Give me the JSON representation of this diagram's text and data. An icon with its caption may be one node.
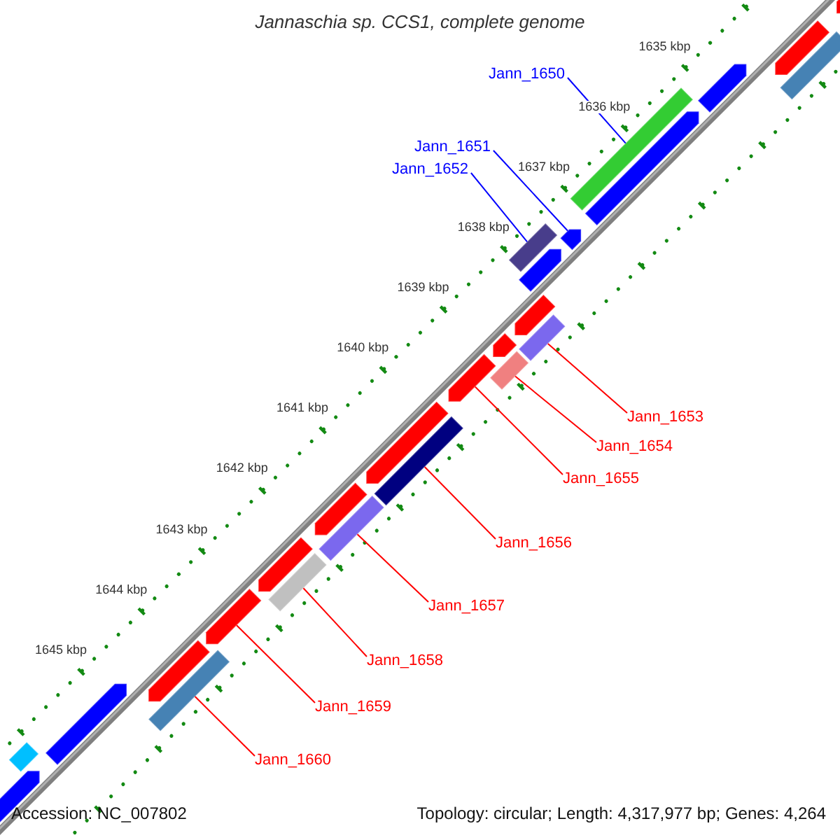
{
  "diagram": {
    "title": "Jannaschia sp. CCS1, complete genome",
    "nodes": [
      {
        "text": [
          "Jann_1650"
        ]
      },
      {
        "text": [
          "Jann_1651"
        ]
      },
      {
        "text": [
          "Jann_1652"
        ]
      },
      {
        "text": [
          "Jann_1653"
        ]
      },
      {
        "text": [
          "Jann_1654"
        ]
      },
      {
        "text": [
          "Jann_1655"
        ]
      },
      {
        "text": [
          "Jann_1656"
        ]
      },
      {
        "text": [
          "Jann_1657"
        ]
      },
      {
        "text": [
          "Jann_1658"
        ]
      },
      {
        "text": [
          "Jann_1659"
        ]
      },
      {
        "text": [
          "Jann_1660"
        ]
      },
      {
        "text": [],
        "shape": "box"
      },
      {
        "text": [],
        "shape": "arrow"
      },
      {
        "text": [],
        "shape": "box"
      },
      {
        "text": [],
        "shape": "box"
      },
      {
        "text": [],
        "shape": "box"
      },
      {
        "text": [],
        "shape": "arrow"
      },
      {
        "text": [],
        "shape": "box"
      },
      {
        "text": [],
        "shape": "box"
      },
      {
        "text": [],
        "shape": "box"
      },
      {
        "text": [],
        "shape": "arrow"
      },
      {
        "text": [],
        "shape": "box"
      },
      {
        "text": [],
        "shape": "arrow"
      },
      {
        "text": [],
        "shape": "arrow"
      },
      {
        "text": [],
        "shape": "box"
      },
      {
        "text": [],
        "shape": "arrow"
      },
      {
        "text": [],
        "shape": "arrow"
      },
      {
        "text": [],
        "shape": "arrow"
      },
      {
        "text": [],
        "shape": "arrow"
      },
      {
        "text": [],
        "shape": "arrow"
      },
      {
        "text": [],
        "shape": "arrow"
      },
      {
        "text": [],
        "shape": "arrow"
      },
      {
        "text": [],
        "shape": "arrow"
      },
      {
        "text": [],
        "shape": "arrow"
      },
      {
        "text": [],
        "shape": "arrow"
      },
      {
        "text": [],
        "shape": "box"
      },
      {
        "text": [],
        "shape": "arrow"
      }
    ],
    "edges": [
      {
        "from": 0,
        "to": 11,
        "arrow": "none",
        "color": "#0000ff"
      },
      {
        "from": 1,
        "to": 12,
        "arrow": "none",
        "color": "#0000ff"
      },
      {
        "from": 2,
        "to": 13,
        "arrow": "none",
        "color": "#0000ff"
      },
      {
        "from": 3,
        "to": 14,
        "arrow": "none"
      },
      {
        "from": 4,
        "to": 15,
        "arrow": "none"
      },
      {
        "from": 5,
        "to": 16,
        "arrow": "none"
      },
      {
        "from": 6,
        "to": 17,
        "arrow": "none"
      },
      {
        "from": 7,
        "to": 18,
        "arrow": "none"
      },
      {
        "from": 8,
        "to": 19,
        "arrow": "none"
      },
      {
        "from": 9,
        "to": 20,
        "arrow": "none"
      },
      {
        "from": 10,
        "to": 21,
        "arrow": "none"
      }
    ],
    "labels": [
      "1635 kbp",
      "1636 kbp",
      "1637 kbp",
      "1638 kbp",
      "1639 kbp",
      "1640 kbp",
      "1641 kbp",
      "1642 kbp",
      "1643 kbp",
      "1644 kbp",
      "1645 kbp",
      "Accession: NC_007802",
      "Topology: circular; Length: 4,317,977 bp; Genes: 4,264"
    ]
  }
}
